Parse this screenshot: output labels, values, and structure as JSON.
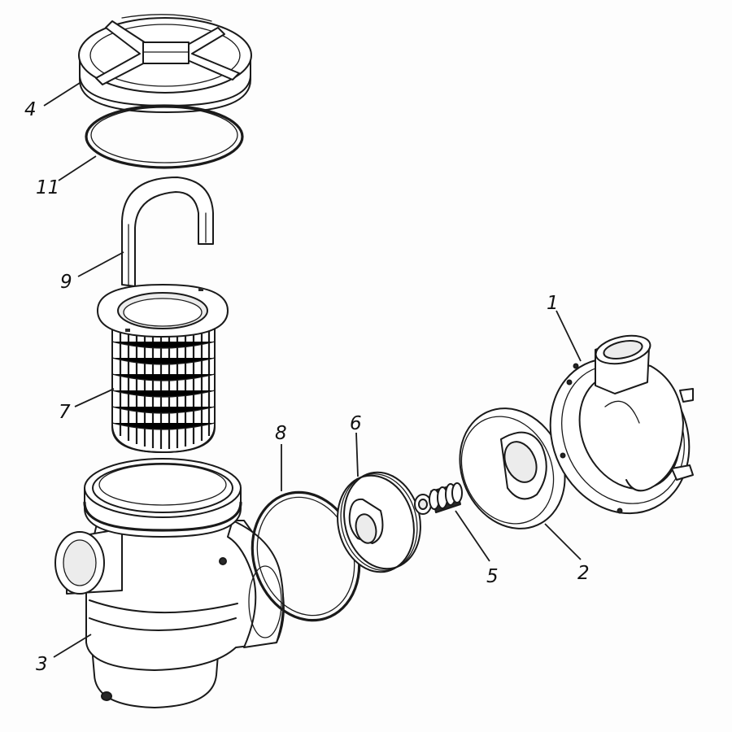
{
  "parts": [
    {
      "id": "lid",
      "label": "4"
    },
    {
      "id": "lid-o-ring",
      "label": "11"
    },
    {
      "id": "basket-handle",
      "label": "9"
    },
    {
      "id": "strainer-basket",
      "label": "7"
    },
    {
      "id": "pump-housing",
      "label": "3"
    },
    {
      "id": "housing-o-ring",
      "label": "8"
    },
    {
      "id": "impeller",
      "label": "6"
    },
    {
      "id": "shaft-seal",
      "label": "5"
    },
    {
      "id": "diffuser",
      "label": "2"
    },
    {
      "id": "seal-plate",
      "label": "1"
    }
  ]
}
